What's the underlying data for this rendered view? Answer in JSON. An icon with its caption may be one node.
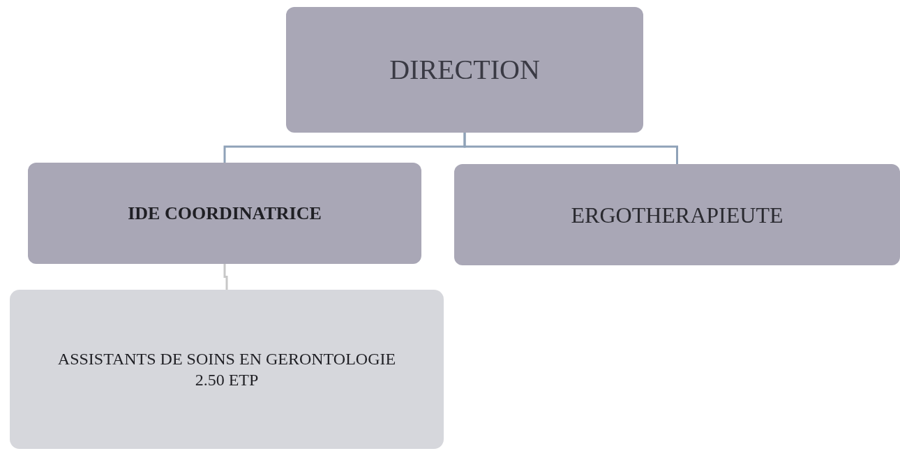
{
  "diagram": {
    "nodes": [
      {
        "text": [
          "DIRECTION"
        ]
      },
      {
        "text": [
          "IDE COORDINATRICE"
        ]
      },
      {
        "text": [
          "ERGOTHERAPIEUTE"
        ]
      },
      {
        "text": [
          "ASSISTANTS DE SOINS EN GERONTOLOGIE",
          "2.50 ETP"
        ]
      }
    ],
    "edges": [
      {
        "from": 0,
        "to": 1,
        "arrow": "none"
      },
      {
        "from": 0,
        "to": 2,
        "arrow": "none"
      },
      {
        "from": 1,
        "to": 3,
        "arrow": "none",
        "color": "#c8c8c8"
      }
    ]
  }
}
